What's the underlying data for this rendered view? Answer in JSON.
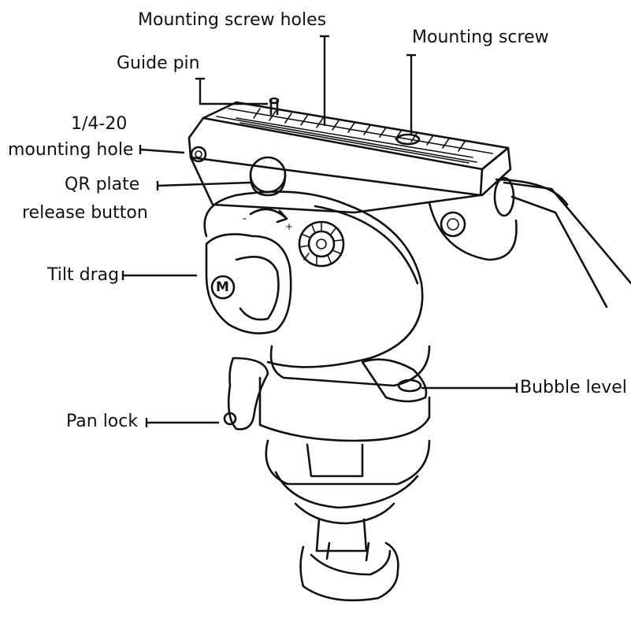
{
  "labels": {
    "mounting_screw_holes": "Mounting screw holes",
    "mounting_screw": "Mounting screw",
    "guide_pin": "Guide pin",
    "mounting_hole_line1": "1/4-20",
    "mounting_hole_line2": "mounting hole",
    "qr_plate_line1": "QR plate",
    "qr_plate_line2": "release button",
    "tilt_drag": "Tilt drag",
    "bubble_level": "Bubble level",
    "pan_lock": "Pan lock",
    "knob_logo": "M"
  }
}
